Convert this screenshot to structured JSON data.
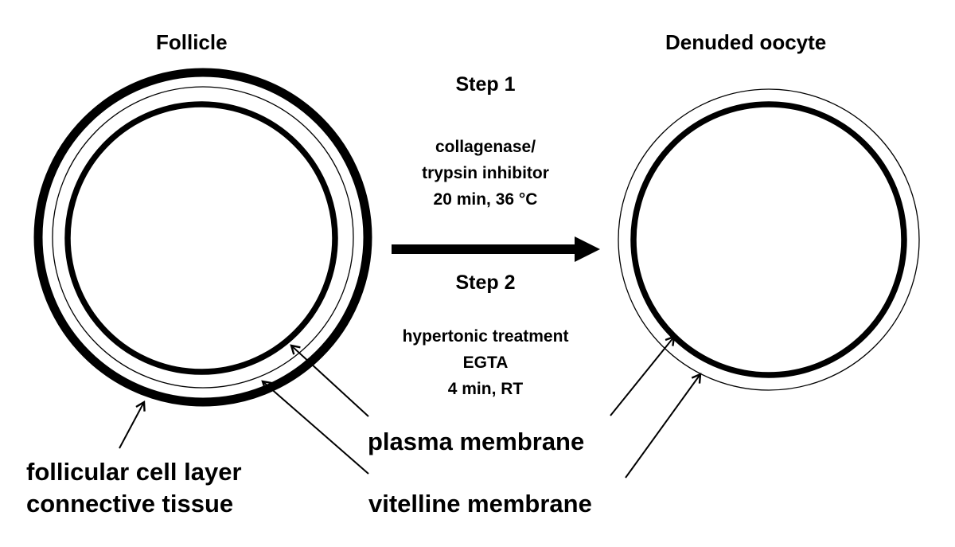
{
  "left_title": "Follicle",
  "right_title": "Denuded oocyte",
  "step1": {
    "label": "Step 1",
    "conditions": [
      "collagenase/",
      "trypsin inhibitor",
      "20 min, 36 °C"
    ]
  },
  "step2": {
    "label": "Step 2",
    "conditions": [
      "hypertonic treatment",
      "EGTA",
      "4 min, RT"
    ]
  },
  "labels": {
    "plasma_membrane": "plasma membrane",
    "vitelline_membrane": "vitelline membrane",
    "follicular_layer": [
      "follicular cell layer",
      "connective tissue"
    ]
  },
  "colors": {
    "stroke": "#000000",
    "background": "#ffffff"
  }
}
